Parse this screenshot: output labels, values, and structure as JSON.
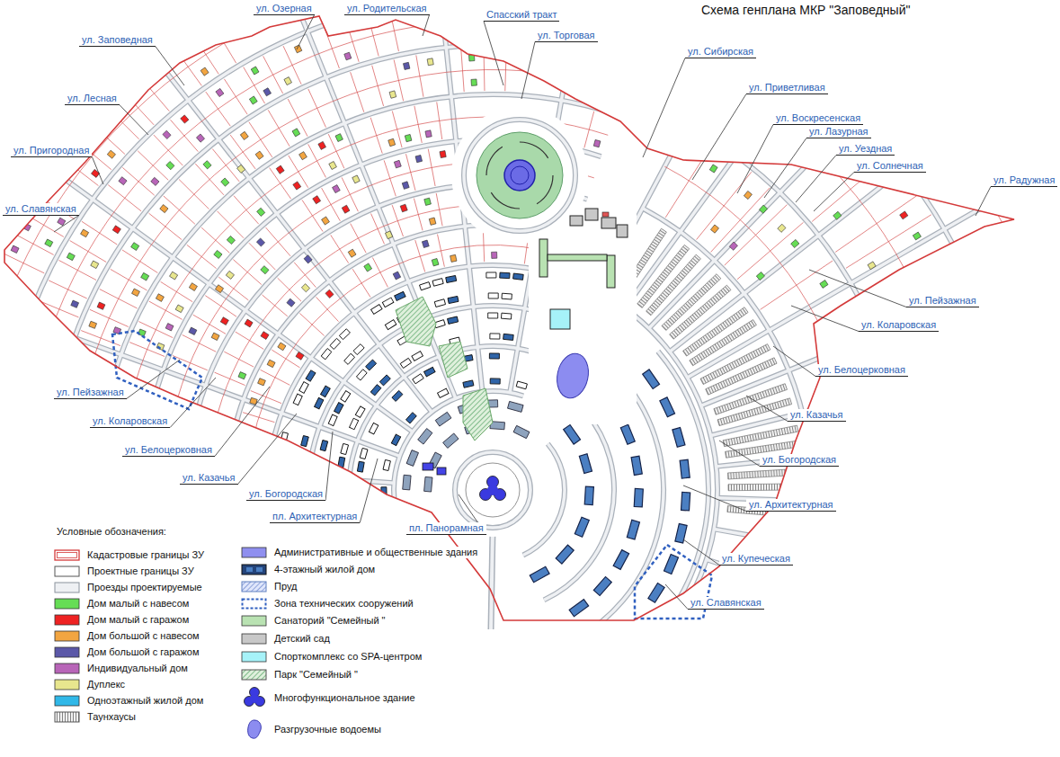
{
  "diagram": {
    "title": "Схема генплана МКР \"Заповедный\"",
    "labels": [
      "ул. Заповедная",
      "ул. Лесная",
      "ул. Пригородная",
      "ул. Славянская",
      "ул. Озерная",
      "ул. Родительская",
      "Спасский тракт",
      "ул. Торговая",
      "ул. Сибирская",
      "ул. Приветливая",
      "ул. Воскресенская",
      "ул. Лазурная",
      "ул. Уездная",
      "ул. Солнечная",
      "ул. Радужная",
      "ул. Пейзажная",
      "ул. Коларовская",
      "ул. Белоцерковная",
      "ул. Казачья",
      "ул. Богородская",
      "ул. Архитектурная",
      "ул. Купеческая",
      "ул. Славянская",
      "ул. Пейзажная",
      "ул. Коларовская",
      "ул. Белоцерковная",
      "ул. Казачья",
      "ул. Богородская",
      "пл. Архитектурная",
      "пл. Панорамная",
      "Условные обозначения:"
    ],
    "legend": [
      {
        "text": "Кадастровые границы ЗУ"
      },
      {
        "text": "Проектные границы ЗУ"
      },
      {
        "text": "Проезды проектируемые"
      },
      {
        "text": "Дом малый с навесом",
        "color": "#66dd55"
      },
      {
        "text": "Дом малый с гаражом",
        "color": "#ee2222"
      },
      {
        "text": "Дом большой с навесом",
        "color": "#f2a541"
      },
      {
        "text": "Дом большой с гаражом",
        "color": "#5b58a8"
      },
      {
        "text": "Индивидуальный дом",
        "color": "#b865b8"
      },
      {
        "text": "Дуплекс",
        "color": "#e8e68e"
      },
      {
        "text": "Одноэтажный жилой дом",
        "color": "#30b8e8"
      },
      {
        "text": "Таунхаусы"
      },
      {
        "text": "Административные и общественные здания",
        "color": "#8f8fef"
      },
      {
        "text": "4-этажный жилой дом"
      },
      {
        "text": "Пруд"
      },
      {
        "text": "Зона технических сооружений"
      },
      {
        "text": "Санаторий \"Семейный \"",
        "color": "#b9e2b2"
      },
      {
        "text": "Детский сад",
        "color": "#c8c8c8"
      },
      {
        "text": "Спорткомплекс со SPA-центром",
        "color": "#a6f2f8"
      },
      {
        "text": "Парк \"Семейный \""
      },
      {
        "text": "Многофункциональное здание"
      },
      {
        "text": "Разгрузочные водоемы"
      }
    ]
  }
}
